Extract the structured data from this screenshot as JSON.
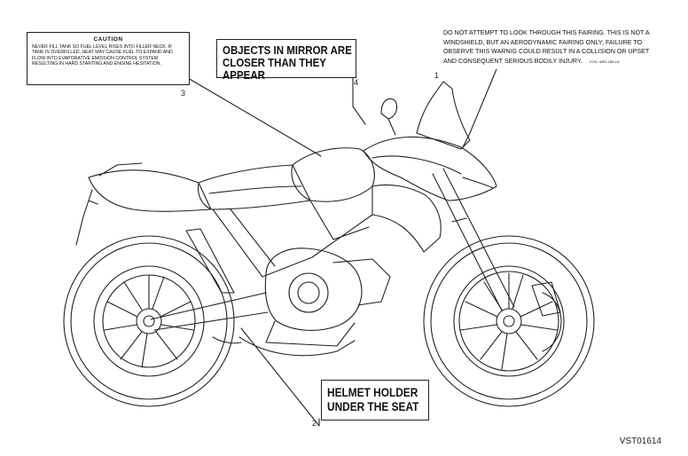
{
  "labels": {
    "caution": {
      "title": "CAUTION",
      "text": "NEVER FILL TANK SO FUEL LEVEL RISES INTO FILLER NECK. IF TANK IS OVERFILLED, HEAT MAY CAUSE FUEL TO EXPAND AND FLOW INTO EVAPORATIVE EMISSION CONTROL SYSTEM RESULTING IN HARD STARTING AND ENGINE HESITATION.",
      "number": "3"
    },
    "mirror": {
      "text": "OBJECTS IN MIRROR ARE CLOSER THAN THEY APPEAR",
      "number": "4"
    },
    "fairing": {
      "text": "DO NOT ATTEMPT TO LOOK THROUGH THIS FAIRING. THIS IS NOT A WINDSHIELD, BUT AN AERODYNAMIC FAIRING ONLY; FAILURE TO OBSERVE THIS WARNIG COULD RESULT IN A COLLISION OR UPSET AND CONSEQUENT SERIOUS BODILY INJURY.",
      "code": "Cod. 4351.185.1A",
      "number": "1"
    },
    "helmet": {
      "text": "HELMET HOLDER UNDER THE SEAT",
      "number": "2"
    }
  },
  "drawing_id": "VST01614"
}
